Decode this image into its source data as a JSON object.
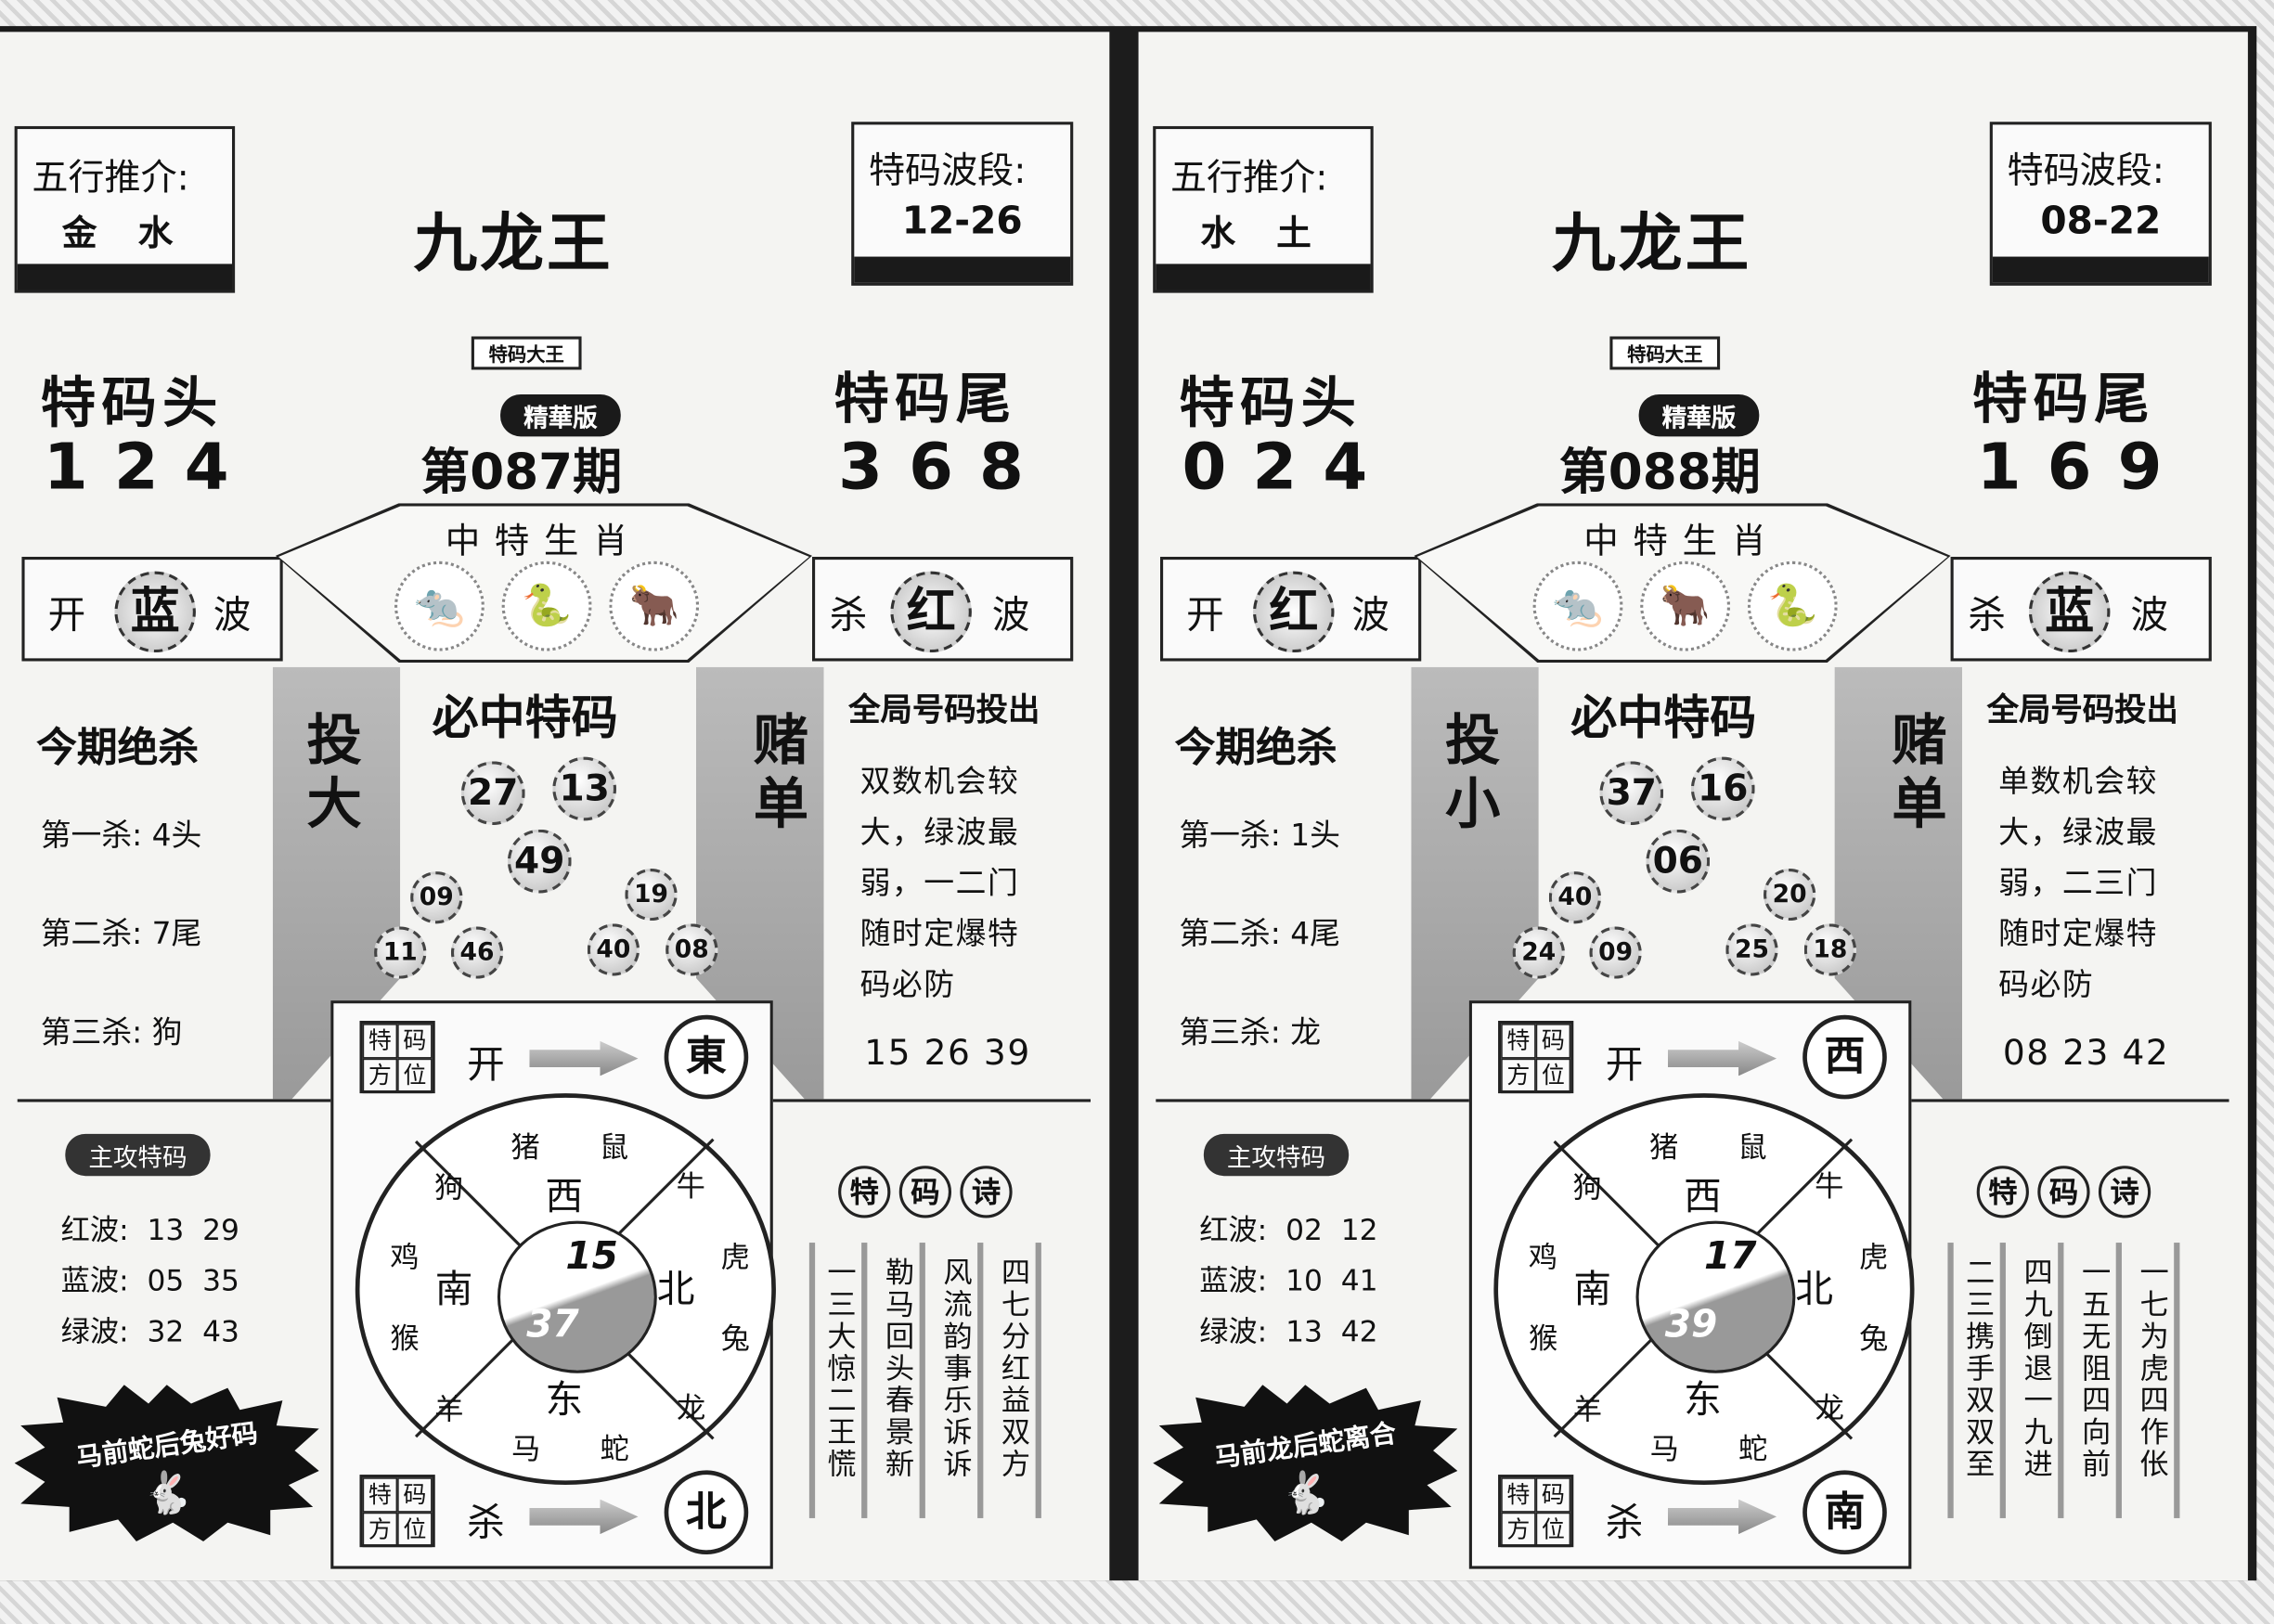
{
  "panels": [
    {
      "wuxing_label": "五行推介:",
      "wuxing_value": "金 水",
      "logo_title": "九龙王",
      "logo_sub": "特码大王",
      "band_label": "特码波段:",
      "band_value": "12-26",
      "head_label": "特码头",
      "head_value": "124",
      "edition": "精華版",
      "issue": "第087期",
      "tail_label": "特码尾",
      "tail_value": "368",
      "open_prefix": "开",
      "open_color": "蓝",
      "open_suffix": "波",
      "zodiac_title": "中特生肖",
      "zodiac_icons": [
        "rat",
        "snake",
        "ox"
      ],
      "kill_prefix": "杀",
      "kill_color": "红",
      "kill_suffix": "波",
      "kills_title": "今期绝杀",
      "kill1": "第一杀: 4头",
      "kill2": "第二杀: 7尾",
      "kill3": "第三杀: 狗",
      "bet_size": "投大",
      "bet_parity": "赌单",
      "must_title": "必中特码",
      "balls": [
        "27",
        "13",
        "49",
        "09",
        "19",
        "11",
        "46",
        "40",
        "08"
      ],
      "global_title": "全局号码投出",
      "global_lines": [
        "双数机会较",
        "大，绿波最",
        "弱，一二门",
        "随时定爆特",
        "码必防"
      ],
      "global_nums": "15 26 39",
      "main_attack": "主攻特码",
      "red": "红波:  13  29",
      "blue": "蓝波:  05  35",
      "green": "绿波:  32  43",
      "slogan": "马前蛇后兔好码",
      "pos_grid": [
        "特",
        "码",
        "方",
        "位"
      ],
      "open_word": "开",
      "open_dir": "東",
      "kill_word": "杀",
      "kill_dir": "北",
      "compass_w": "西",
      "compass_s": "南",
      "compass_n": "北",
      "compass_e": "东",
      "yy_top": "15",
      "yy_bottom": "37",
      "poem_head": [
        "特",
        "码",
        "诗"
      ],
      "poem": [
        "四七分红益双方",
        "风流韵事乐诉诉",
        "勒马回头春景新",
        "一三大惊二王慌"
      ]
    },
    {
      "wuxing_label": "五行推介:",
      "wuxing_value": "水 土",
      "logo_title": "九龙王",
      "logo_sub": "特码大王",
      "band_label": "特码波段:",
      "band_value": "08-22",
      "head_label": "特码头",
      "head_value": "024",
      "edition": "精華版",
      "issue": "第088期",
      "tail_label": "特码尾",
      "tail_value": "169",
      "open_prefix": "开",
      "open_color": "红",
      "open_suffix": "波",
      "zodiac_title": "中特生肖",
      "zodiac_icons": [
        "rat",
        "ox",
        "snake"
      ],
      "kill_prefix": "杀",
      "kill_color": "蓝",
      "kill_suffix": "波",
      "kills_title": "今期绝杀",
      "kill1": "第一杀: 1头",
      "kill2": "第二杀: 4尾",
      "kill3": "第三杀: 龙",
      "bet_size": "投小",
      "bet_parity": "赌单",
      "must_title": "必中特码",
      "balls": [
        "37",
        "16",
        "06",
        "40",
        "20",
        "24",
        "09",
        "25",
        "18"
      ],
      "global_title": "全局号码投出",
      "global_lines": [
        "单数机会较",
        "大，绿波最",
        "弱，二三门",
        "随时定爆特",
        "码必防"
      ],
      "global_nums": "08 23 42",
      "main_attack": "主攻特码",
      "red": "红波:  02  12",
      "blue": "蓝波:  10  41",
      "green": "绿波:  13  42",
      "slogan": "马前龙后蛇离合",
      "pos_grid": [
        "特",
        "码",
        "方",
        "位"
      ],
      "open_word": "开",
      "open_dir": "西",
      "kill_word": "杀",
      "kill_dir": "南",
      "compass_w": "西",
      "compass_s": "南",
      "compass_n": "北",
      "compass_e": "东",
      "yy_top": "17",
      "yy_bottom": "39",
      "poem_head": [
        "特",
        "码",
        "诗"
      ],
      "poem": [
        "一七为虎四作伥",
        "一五无阻四向前",
        "四九倒退一九进",
        "二三携手双双至"
      ]
    }
  ],
  "wheel_animals": [
    "鼠",
    "牛",
    "虎",
    "兔",
    "龙",
    "蛇",
    "马",
    "羊",
    "猴",
    "鸡",
    "狗",
    "猪"
  ],
  "colors": {
    "ink": "#111111",
    "paper": "#f4f4f2",
    "gray": "#9a9a9a"
  }
}
